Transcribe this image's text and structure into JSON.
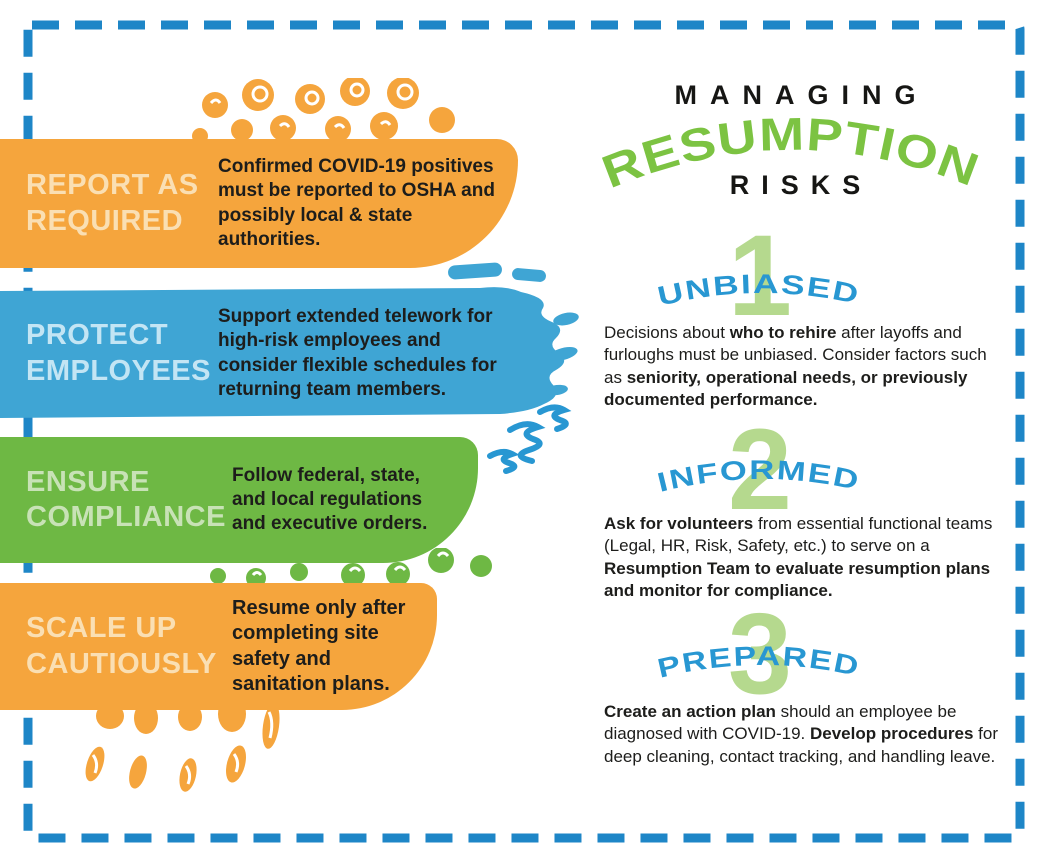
{
  "title": {
    "line_top": "MANAGING",
    "line_middle": "RESUMPTION",
    "line_bottom": "RISKS"
  },
  "banners": [
    {
      "label": "REPORT AS REQUIRED",
      "description": "Confirmed COVID-19 positives must be reported to OSHA and possibly local & state authorities."
    },
    {
      "label": "PROTECT EMPLOYEES",
      "description": "Support extended telework for high-risk employees and consider flexible schedules for returning team members."
    },
    {
      "label": "ENSURE COMPLIANCE",
      "description": "Follow federal, state, and local regulations and executive orders."
    },
    {
      "label": "SCALE UP CAUTIOUSLY",
      "description": "Resume only after completing site safety and sanitation plans."
    }
  ],
  "steps": [
    {
      "number": "1",
      "word": "UNBIASED",
      "paragraph": [
        {
          "t": "Decisions about ",
          "b": false
        },
        {
          "t": "who to rehire",
          "b": true
        },
        {
          "t": " after layoffs and furloughs must be unbiased. Consider factors such as ",
          "b": false
        },
        {
          "t": "seniority, operational needs, or previously documented performance.",
          "b": true
        }
      ]
    },
    {
      "number": "2",
      "word": "INFORMED",
      "paragraph": [
        {
          "t": "Ask for volunteers",
          "b": true
        },
        {
          "t": " from essential functional teams (Legal, HR, Risk, Safety, etc.) to serve on a ",
          "b": false
        },
        {
          "t": "Resumption Team to evaluate resumption plans and monitor for compliance.",
          "b": true
        }
      ]
    },
    {
      "number": "3",
      "word": "PREPARED",
      "paragraph": [
        {
          "t": "Create an action plan",
          "b": true
        },
        {
          "t": " should an employee be diagnosed with COVID-19. ",
          "b": false
        },
        {
          "t": "Develop procedures",
          "b": true
        },
        {
          "t": " for deep cleaning, contact tracking, and handling leave.",
          "b": false
        }
      ]
    }
  ],
  "colors": {
    "orange": "#F5A53D",
    "orange_pale": "#FADFB3",
    "blue_banner": "#3FA5D4",
    "blue_pale": "#C3E5F4",
    "blue_accent": "#2897D2",
    "blue_border": "#1E86C7",
    "green_banner": "#6EB844",
    "green_pale": "#C8E2B6",
    "green_light_number": "#B5D98E",
    "green_title": "#7CC342",
    "ink": "#1D1D1B"
  }
}
